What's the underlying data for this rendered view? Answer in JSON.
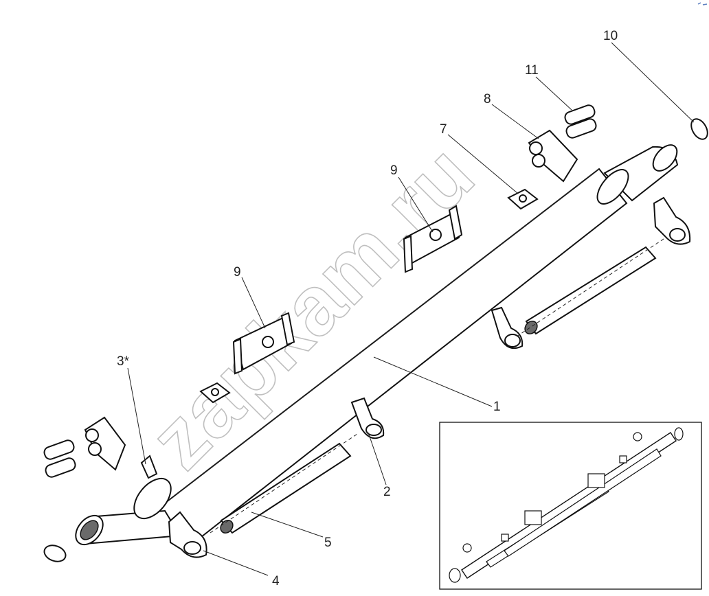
{
  "watermark": "zapkam.ru",
  "callouts": {
    "p1": "1",
    "p2": "2",
    "p3": "3*",
    "p4": "4",
    "p5": "5",
    "p7": "7",
    "p8": "8",
    "p9a": "9",
    "p9b": "9",
    "p10": "10",
    "p11": "11"
  }
}
